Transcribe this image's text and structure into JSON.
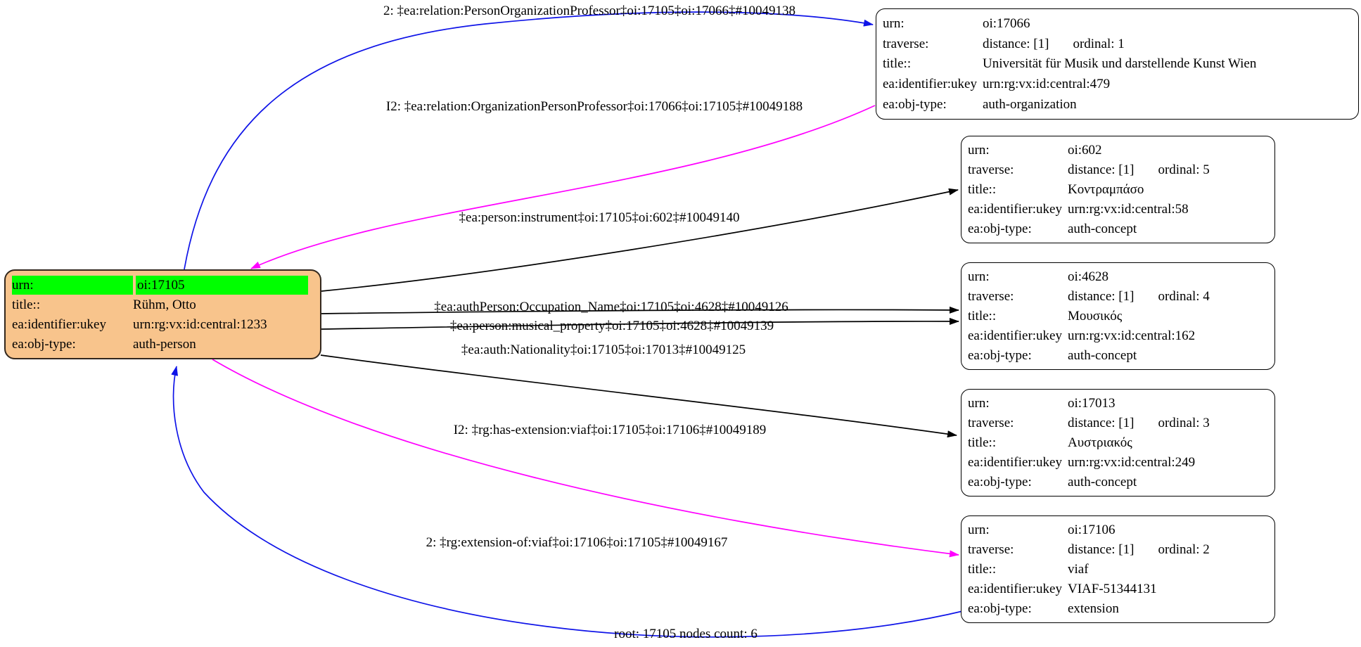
{
  "colors": {
    "node_fill": "#f8c48c",
    "highlight": "#00ff00",
    "edge_blue": "#0f14e8",
    "edge_magenta": "#ff00ff",
    "edge_black": "#000000"
  },
  "keys": {
    "urn": "urn:",
    "traverse": "traverse:",
    "title": "title::",
    "ukey": "ea:identifier:ukey",
    "objtype": "ea:obj-type:"
  },
  "root": {
    "urn": "oi:17105",
    "title": "Rühm, Otto",
    "ukey": "urn:rg:vx:id:central:1233",
    "objtype": "auth-person"
  },
  "nodes": [
    {
      "urn": "oi:17066",
      "distance": "distance: [1]",
      "ordinal": "ordinal: 1",
      "title": "Universität für Musik und darstellende Kunst Wien",
      "ukey": "urn:rg:vx:id:central:479",
      "objtype": "auth-organization"
    },
    {
      "urn": "oi:602",
      "distance": "distance: [1]",
      "ordinal": "ordinal: 5",
      "title": "Κοντραμπάσο",
      "ukey": "urn:rg:vx:id:central:58",
      "objtype": "auth-concept"
    },
    {
      "urn": "oi:4628",
      "distance": "distance: [1]",
      "ordinal": "ordinal: 4",
      "title": "Μουσικός",
      "ukey": "urn:rg:vx:id:central:162",
      "objtype": "auth-concept"
    },
    {
      "urn": "oi:17013",
      "distance": "distance: [1]",
      "ordinal": "ordinal: 3",
      "title": "Αυστριακός",
      "ukey": "urn:rg:vx:id:central:249",
      "objtype": "auth-concept"
    },
    {
      "urn": "oi:17106",
      "distance": "distance: [1]",
      "ordinal": "ordinal: 2",
      "title": "viaf",
      "ukey": "VIAF-51344131",
      "objtype": "extension"
    }
  ],
  "edges": [
    {
      "text": "2: ‡ea:relation:PersonOrganizationProfessor‡oi:17105‡oi:17066‡#10049138",
      "color": "#0f14e8"
    },
    {
      "text": "I2: ‡ea:relation:OrganizationPersonProfessor‡oi:17066‡oi:17105‡#10049188",
      "color": "#ff00ff"
    },
    {
      "text": "‡ea:person:instrument‡oi:17105‡oi:602‡#10049140",
      "color": "#000000"
    },
    {
      "text": "‡ea:authPerson:Occupation_Name‡oi:17105‡oi:4628‡#10049126",
      "color": "#000000"
    },
    {
      "text": "‡ea:person:musical_property‡oi:17105‡oi:4628‡#10049139",
      "color": "#000000"
    },
    {
      "text": "‡ea:auth:Nationality‡oi:17105‡oi:17013‡#10049125",
      "color": "#000000"
    },
    {
      "text": "I2: ‡rg:has-extension:viaf‡oi:17105‡oi:17106‡#10049189",
      "color": "#ff00ff"
    },
    {
      "text": "2: ‡rg:extension-of:viaf‡oi:17106‡oi:17105‡#10049167",
      "color": "#0f14e8"
    }
  ],
  "footer": "root: 17105 nodes count: 6"
}
